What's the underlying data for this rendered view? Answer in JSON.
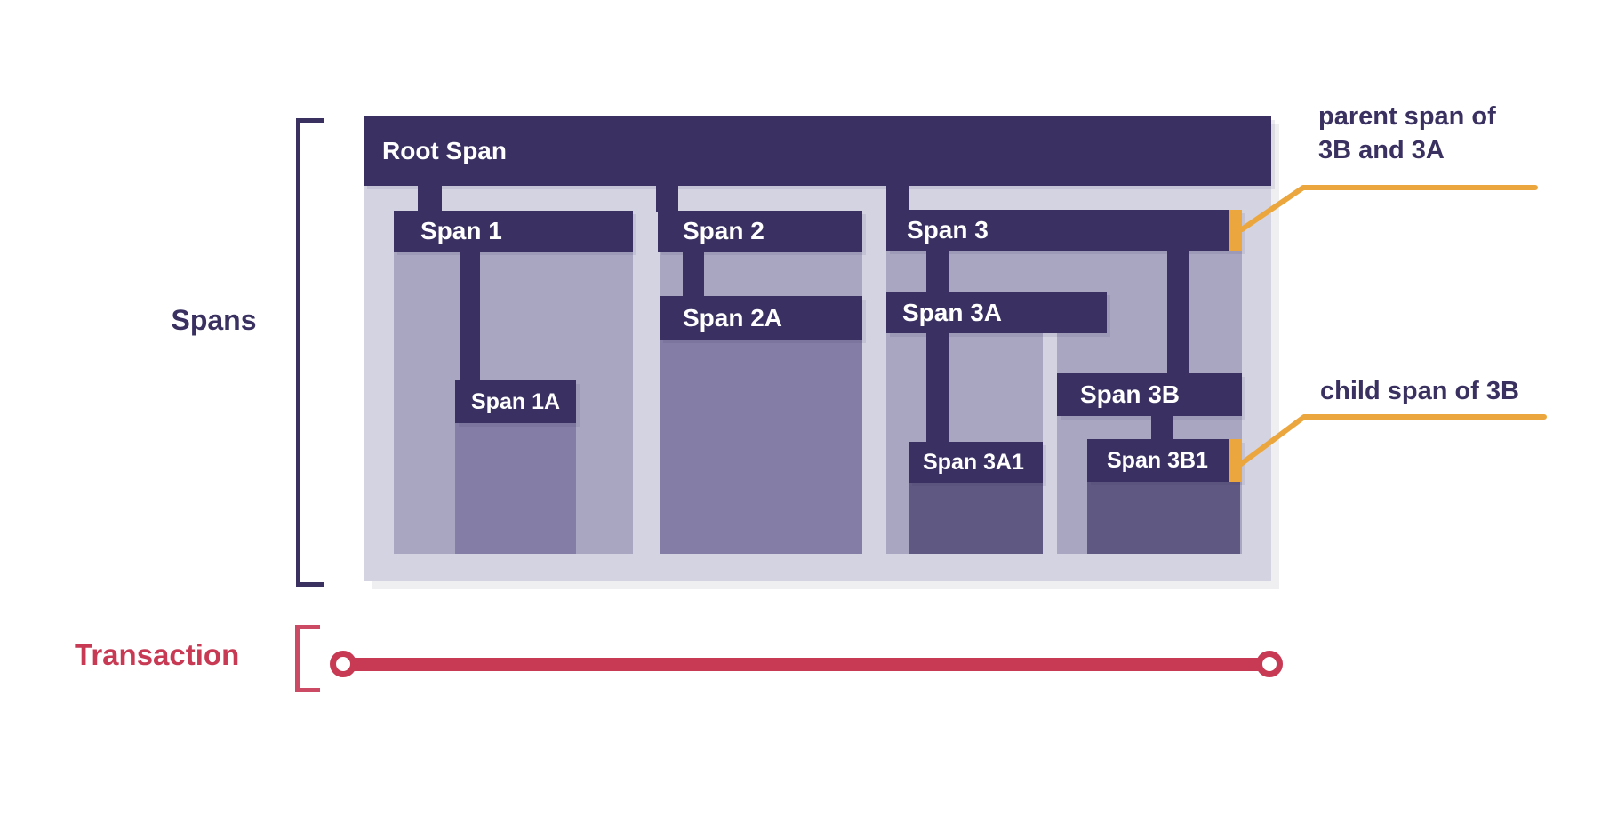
{
  "colors": {
    "bar_dark": "#3a3162",
    "container_bg": "#d4d3e2",
    "body_medium": "#a9a6c2",
    "body_mid": "#847ea6",
    "body_dark": "#5e5882",
    "accent_orange": "#eba73d",
    "accent_red": "#c83a54",
    "bracket_red": "#cd4a64",
    "label_dark": "#3a3161",
    "bar_text": "#ffffff"
  },
  "side_labels": {
    "spans": "Spans",
    "transaction": "Transaction"
  },
  "spans": {
    "root": "Root Span",
    "s1": "Span 1",
    "s1a": "Span 1A",
    "s2": "Span 2",
    "s2a": "Span 2A",
    "s3": "Span 3",
    "s3a": "Span 3A",
    "s3a1": "Span 3A1",
    "s3b": "Span 3B",
    "s3b1": "Span 3B1"
  },
  "annotations": {
    "parent_line1": "parent span of",
    "parent_line2": "3B and 3A",
    "child": "child span of 3B"
  }
}
